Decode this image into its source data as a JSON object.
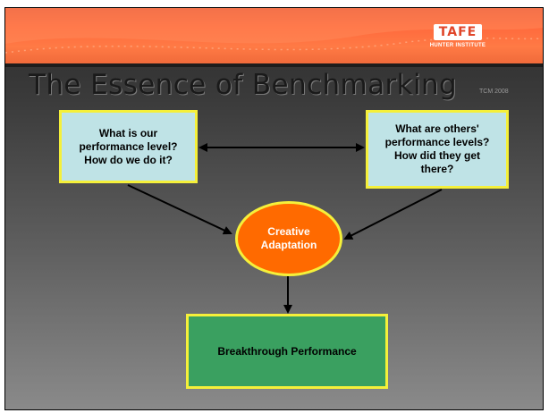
{
  "logo": {
    "main": "TAFE",
    "sub": "HUNTER INSTITUTE"
  },
  "slide": {
    "title": "The Essence of Benchmarking",
    "citation": "TCM 2008"
  },
  "diagram": {
    "nodes": {
      "ours": "What is our\nperformance level?\nHow do we do it?",
      "others": "What are others'\nperformance levels?\nHow did they get\nthere?",
      "center": "Creative\nAdaptation",
      "result": "Breakthrough Performance"
    },
    "edges": [
      {
        "from": "ours",
        "to": "others",
        "type": "bidirectional"
      },
      {
        "from": "ours",
        "to": "center",
        "type": "arrow"
      },
      {
        "from": "others",
        "to": "center",
        "type": "arrow"
      },
      {
        "from": "center",
        "to": "result",
        "type": "arrow"
      }
    ]
  },
  "colors": {
    "banner": "#ff6a3d",
    "box_fill": "#bfe3e6",
    "box_border": "#f5f03a",
    "center_fill": "#ff6a00",
    "result_fill": "#3aa060"
  }
}
